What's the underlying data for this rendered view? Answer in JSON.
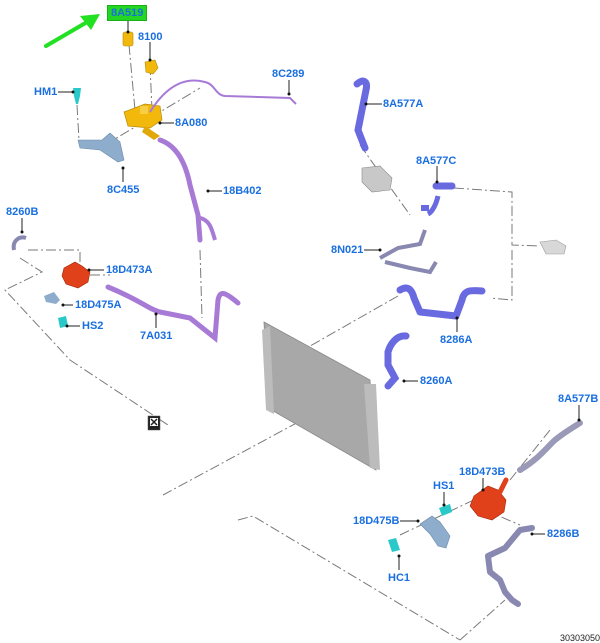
{
  "diagram": {
    "highlighted_part": "8A519",
    "reference_number": "30303050",
    "colors": {
      "label": "#1a6fe0",
      "highlight_bg": "#22d622",
      "arrow": "#22e022",
      "reservoir_yellow": "#f2b90c",
      "hose_purple": "#a77ad6",
      "hose_blue": "#6a6ae0",
      "pump_red": "#e0401a",
      "clip_cyan": "#2ac9c9",
      "bracket_steel": "#8eaccc",
      "radiator_gray": "#a8a8a8",
      "pipe_gray": "#8888b0"
    },
    "labels": {
      "p8A519": "8A519",
      "p8100": "8100",
      "p8C289": "8C289",
      "pHM1": "HM1",
      "p8A080": "8A080",
      "p8C455": "8C455",
      "p18B402": "18B402",
      "p8260B": "8260B",
      "p18D473A": "18D473A",
      "p18D475A": "18D475A",
      "pHS2": "HS2",
      "p7A031": "7A031",
      "p8A577A": "8A577A",
      "p8A577C": "8A577C",
      "p8N021": "8N021",
      "p8286A": "8286A",
      "p8260A": "8260A",
      "p8A577B": "8A577B",
      "p18D473B": "18D473B",
      "pHS1": "HS1",
      "p18D475B": "18D475B",
      "p8286B": "8286B",
      "pHC1": "HC1"
    },
    "icons": {
      "detail_view": "detail-view-icon"
    }
  }
}
